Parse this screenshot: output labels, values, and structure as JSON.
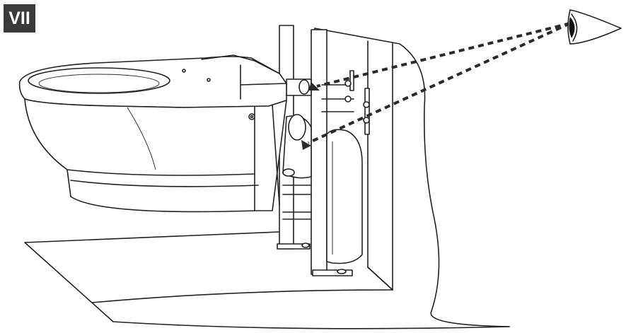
{
  "step": {
    "label": "VII"
  },
  "illustration": {
    "icons": [
      "eye-icon",
      "wall-hung-toilet",
      "installation-frame",
      "sight-line-arrow"
    ],
    "colors": {
      "line": "#222222",
      "badge_background": "#3a3a3a",
      "badge_text": "#ffffff",
      "background": "#ffffff"
    }
  }
}
